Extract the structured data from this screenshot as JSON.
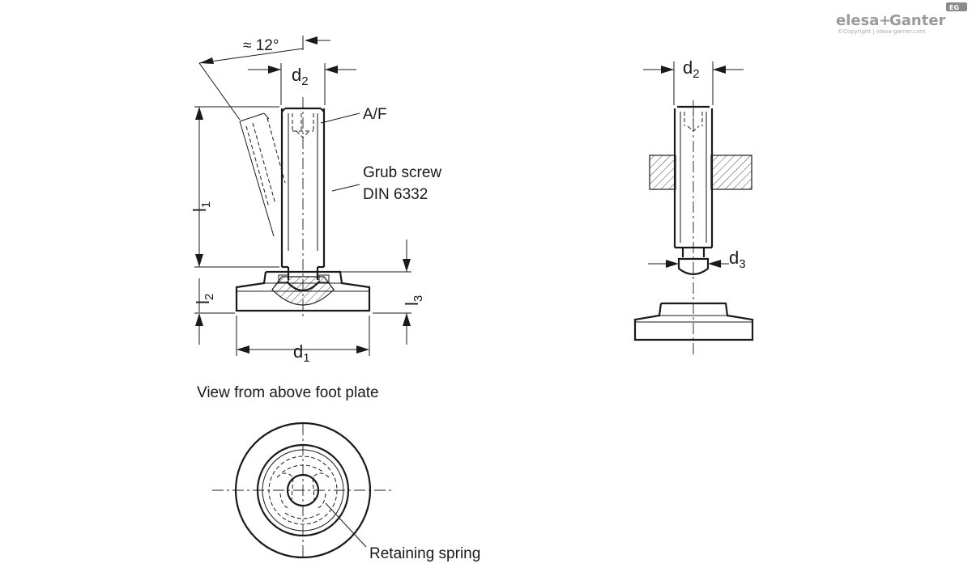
{
  "brand": {
    "name_part1": "elesa",
    "plus": "+",
    "name_part2": "Ganter",
    "copyright": "©Copyright | elesa-ganter.com",
    "badge": "EG",
    "color_gray": "#9a9a9a",
    "color_badge": "#8a8a8a"
  },
  "side_view": {
    "angle": "≈ 12°",
    "d2": {
      "main": "d",
      "sub": "2"
    },
    "af": "A/F",
    "grub_screw_line1": "Grub screw",
    "grub_screw_line2": "DIN 6332",
    "l1": {
      "main": "l",
      "sub": "1"
    },
    "l2": {
      "main": "l",
      "sub": "2"
    },
    "l3": {
      "main": "l",
      "sub": "3"
    },
    "d1": {
      "main": "d",
      "sub": "1"
    }
  },
  "right_view": {
    "d2": {
      "main": "d",
      "sub": "2"
    },
    "d3": {
      "main": "d",
      "sub": "3"
    }
  },
  "top_view": {
    "caption": "View from above foot plate",
    "retaining_spring": "Retaining spring"
  }
}
